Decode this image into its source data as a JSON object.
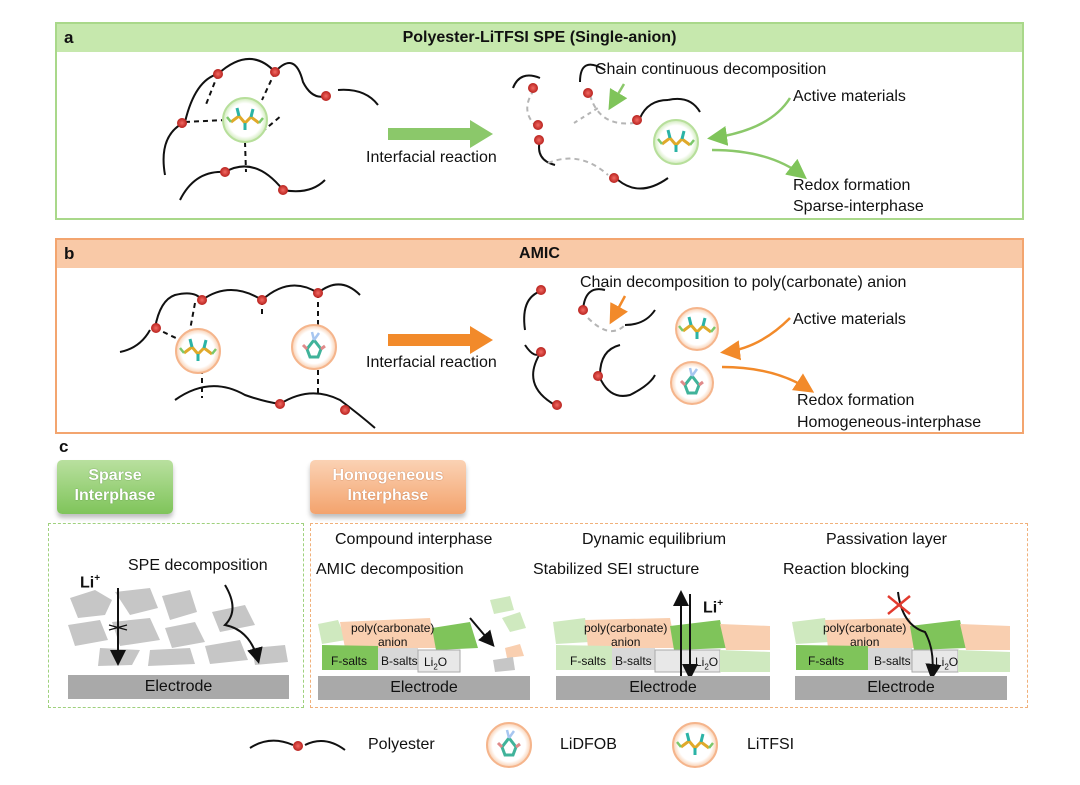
{
  "panel_a": {
    "letter": "a",
    "title": "Polyester-LiTFSI SPE (Single-anion)",
    "reaction": "Interfacial reaction",
    "callout": "Chain continuous decomposition",
    "active": "Active materials",
    "redox": "Redox formation",
    "interphase": "Sparse-interphase"
  },
  "panel_b": {
    "letter": "b",
    "title": "AMIC",
    "reaction": "Interfacial reaction",
    "callout": "Chain decomposition to poly(carbonate) anion",
    "active": "Active materials",
    "redox": "Redox formation",
    "interphase": "Homogeneous-interphase"
  },
  "panel_c": {
    "letter": "c",
    "sparse_tag_line1": "Sparse",
    "sparse_tag_line2": "Interphase",
    "homog_tag_line1": "Homogeneous",
    "homog_tag_line2": "Interphase",
    "sparse": {
      "ion": "Li",
      "ion_sup": "+",
      "label": "SPE decomposition",
      "electrode": "Electrode"
    },
    "compound": {
      "title": "Compound interphase",
      "label": "AMIC decomposition",
      "electrode": "Electrode"
    },
    "dynamic": {
      "title": "Dynamic equilibrium",
      "label": "Stabilized SEI structure",
      "ion": "Li",
      "ion_sup": "+",
      "electrode": "Electrode"
    },
    "passivation": {
      "title": "Passivation layer",
      "label": "Reaction blocking",
      "electrode": "Electrode"
    },
    "layer": {
      "poly_line1": "poly(carbonate)",
      "poly_line2": "anion",
      "f_salts": "F-salts",
      "b_salts": "B-salts",
      "li2o": "Li",
      "li2o_sub": "2",
      "li2o_o": "O"
    }
  },
  "legend": {
    "polyester": "Polyester",
    "lidfob": "LiDFOB",
    "litfsi": "LiTFSI"
  },
  "colors": {
    "green": "#7fc45a",
    "orange": "#f28a2a",
    "red_bead": "#d23a36",
    "electrode": "#a9a9a9"
  }
}
